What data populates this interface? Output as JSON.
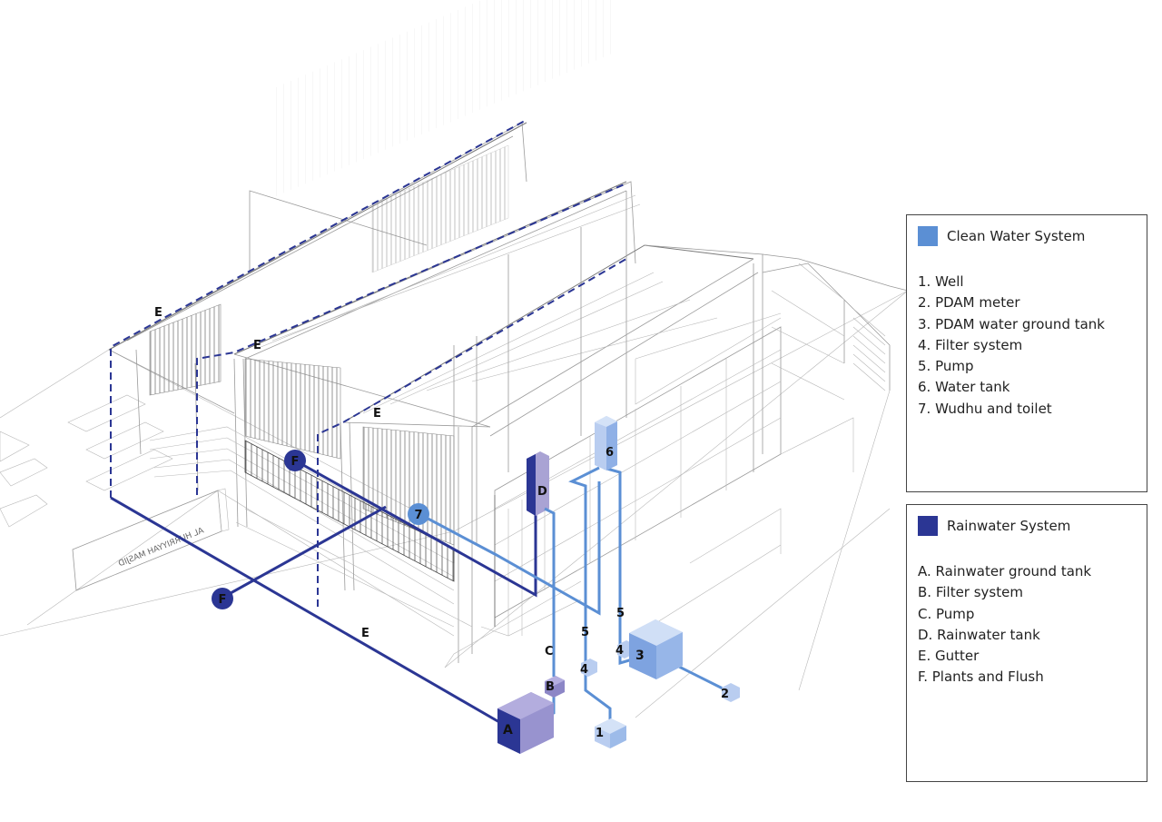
{
  "colors": {
    "clean_water": "#5b8fd4",
    "rainwater": "#2b3694",
    "rain_tank_light": "#a9a3d4",
    "clean_tank_light": "#b9cdf0",
    "building_line": "#9a9a9a"
  },
  "diagram_labels": {
    "gutter": "E",
    "plants": "F",
    "rain_ground_tank": "A",
    "rain_filter": "B",
    "rain_pump": "C",
    "rain_tank": "D",
    "well": "1",
    "meter": "2",
    "ground_tank": "3",
    "filter": "4",
    "pump": "5",
    "water_tank": "6",
    "wudhu": "7"
  },
  "building_sign": "AL HURRIYYAH MASJID",
  "legend_clean": {
    "title": "Clean Water System",
    "items": [
      "1. Well",
      "2. PDAM meter",
      "3. PDAM water ground tank",
      "4. Filter system",
      "5. Pump",
      "6. Water tank",
      "7. Wudhu and toilet"
    ]
  },
  "legend_rain": {
    "title": "Rainwater System",
    "items": [
      "A. Rainwater ground tank",
      "B. Filter system",
      "C. Pump",
      "D. Rainwater tank",
      "E. Gutter",
      "F. Plants and Flush"
    ]
  }
}
